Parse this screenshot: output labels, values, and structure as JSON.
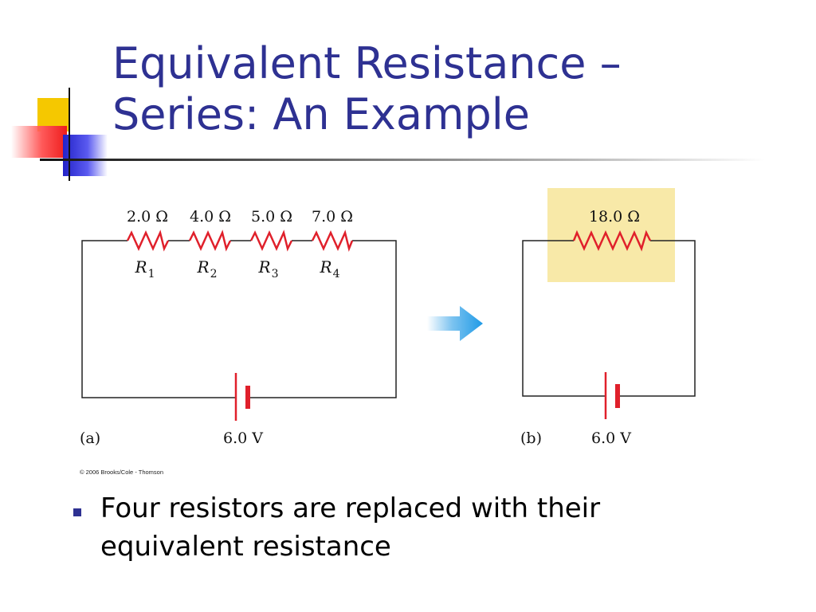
{
  "slide": {
    "title_line1": "Equivalent Resistance –",
    "title_line2": "Series: An Example",
    "bullet_text": "Four resistors are replaced with their equivalent resistance",
    "credit": "© 2006 Brooks/Cole - Thomson"
  },
  "circuit_a": {
    "label": "(a)",
    "battery_voltage": "6.0 V",
    "resistors": [
      {
        "value": "2.0 Ω",
        "name": "R",
        "sub": "1"
      },
      {
        "value": "4.0 Ω",
        "name": "R",
        "sub": "2"
      },
      {
        "value": "5.0 Ω",
        "name": "R",
        "sub": "3"
      },
      {
        "value": "7.0 Ω",
        "name": "R",
        "sub": "4"
      }
    ]
  },
  "circuit_b": {
    "label": "(b)",
    "battery_voltage": "6.0 V",
    "equivalent_value": "18.0 Ω"
  },
  "colors": {
    "title": "#2e3192",
    "resistor": "#e0202b",
    "wire": "#222222",
    "highlight": "#f8e9a8",
    "arrow": "#1f9ae6"
  },
  "icons": {
    "arrow": "right-arrow-icon",
    "battery": "battery-icon",
    "bullet": "square-bullet-icon"
  }
}
